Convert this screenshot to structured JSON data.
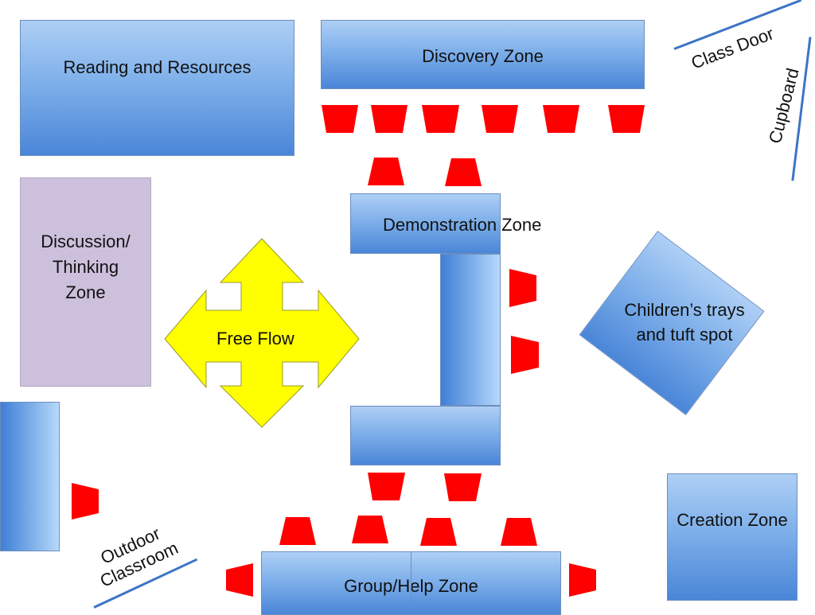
{
  "zones": {
    "reading": "Reading and Resources",
    "discovery": "Discovery Zone",
    "demonstration": "Demonstration Zone",
    "discussion": "Discussion/\nThinking\nZone",
    "free_flow": "Free Flow",
    "childrens_trays": "Children’s trays\nand tuft spot",
    "creation": "Creation Zone",
    "group_help": "Group/Help Zone"
  },
  "labels": {
    "class_door": "Class Door",
    "cupboard": "Cupboard",
    "outdoor_classroom": "Outdoor\nClassroom"
  },
  "colors": {
    "zone_fill": "#4a86d8",
    "discussion_fill": "#cdc0dc",
    "free_flow_fill": "#ffff00",
    "seat_fill": "#ff0000",
    "wall_line": "#3d74c6"
  }
}
